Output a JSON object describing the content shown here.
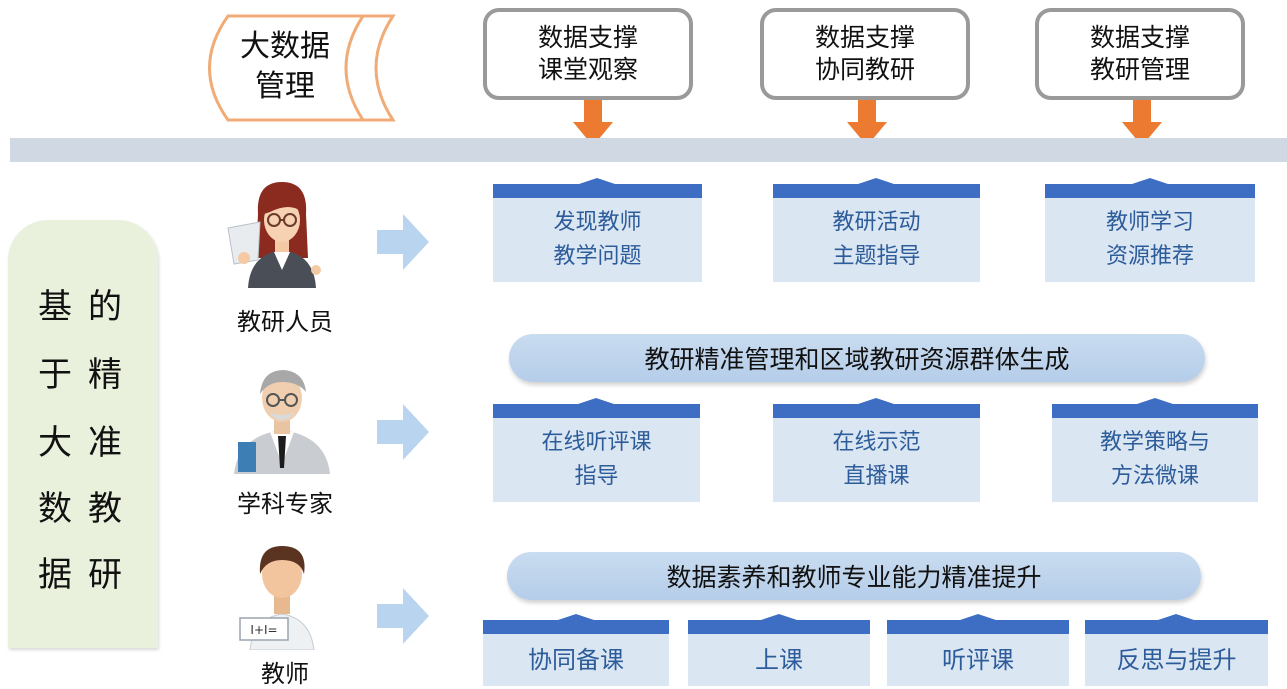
{
  "colors": {
    "orange_arrow": "#ec7a30",
    "scroll_border": "#f0ab77",
    "gray_border": "#9a9a9a",
    "band": "#d0d8e3",
    "box_tab": "#3d6ec4",
    "box_fill": "#dbe6f3",
    "box_text": "#2d5c9a",
    "pill_fill": "#c1d6ee",
    "left_panel": "#e9f1dc",
    "light_arrow": "#b9d4ee"
  },
  "header": {
    "scroll": {
      "line1": "大数据",
      "line2": "管理"
    },
    "supports": [
      {
        "line1": "数据支撑",
        "line2": "课堂观察"
      },
      {
        "line1": "数据支撑",
        "line2": "协同教研"
      },
      {
        "line1": "数据支撑",
        "line2": "教研管理"
      }
    ]
  },
  "left_panel": {
    "col1": [
      "基",
      "于",
      "大",
      "数",
      "据"
    ],
    "col2": [
      "的",
      "精",
      "准",
      "教",
      "研"
    ]
  },
  "roles": [
    {
      "label": "教研人员",
      "icon": "female-researcher-icon"
    },
    {
      "label": "学科专家",
      "icon": "elderly-expert-icon"
    },
    {
      "label": "教师",
      "icon": "teacher-icon"
    }
  ],
  "row1": [
    {
      "line1": "发现教师",
      "line2": "教学问题"
    },
    {
      "line1": "教研活动",
      "line2": "主题指导"
    },
    {
      "line1": "教师学习",
      "line2": "资源推荐"
    }
  ],
  "pill1": "教研精准管理和区域教研资源群体生成",
  "row2": [
    {
      "line1": "在线听评课",
      "line2": "指导"
    },
    {
      "line1": "在线示范",
      "line2": "直播课"
    },
    {
      "line1": "教学策略与",
      "line2": "方法微课"
    }
  ],
  "pill2": "数据素养和教师专业能力精准提升",
  "row3": [
    "协同备课",
    "上课",
    "听评课",
    "反思与提升"
  ],
  "teacher_card": "I+I="
}
